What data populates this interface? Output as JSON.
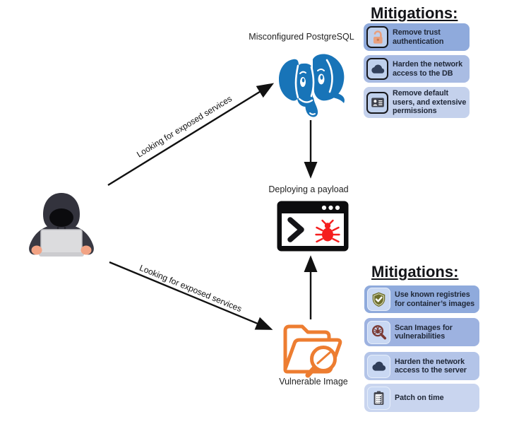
{
  "diagram": {
    "attacker": {
      "name": "hacker with laptop"
    },
    "arrow_labels": {
      "top": "Looking for exposed services",
      "bottom": "Looking for exposed services"
    },
    "nodes": {
      "postgres": "Misconfigured PostgreSQL",
      "payload": "Deploying a payload",
      "vulnerable_image": "Vulnerable Image"
    }
  },
  "mitigations_top": {
    "title": "Mitigations:",
    "items": [
      {
        "icon": "unlock-icon",
        "text": "Remove trust authentication",
        "bg": "#8FAADC"
      },
      {
        "icon": "cloud-icon",
        "text": "Harden the network access to the DB",
        "bg": "#A9BCE3"
      },
      {
        "icon": "id-card-icon",
        "text": "Remove default users, and extensive permissions",
        "bg": "#C4D1EC"
      }
    ]
  },
  "mitigations_bottom": {
    "title": "Mitigations:",
    "items": [
      {
        "icon": "shield-check-icon",
        "text": "Use known registries for container’s images",
        "bg": "#8FAADC"
      },
      {
        "icon": "scan-bug-icon",
        "text": "Scan Images for vulnerabilities",
        "bg": "#9DB2E0"
      },
      {
        "icon": "cloud-icon",
        "text": "Harden the network access to the server",
        "bg": "#B3C4E8"
      },
      {
        "icon": "clipboard-check-icon",
        "text": "Patch on time",
        "bg": "#C9D5EF"
      }
    ]
  },
  "colors": {
    "postgres_blue": "#1874B8",
    "folder_orange": "#ED7D31",
    "bug_red": "#F51E1E",
    "arrow_black": "#111111",
    "panel_box_blue_dark": "#8FAADC",
    "panel_box_blue_light": "#C9D5EF",
    "panel_text": "#202838",
    "hoodie_dark": "#383842",
    "skin": "#F2A384"
  }
}
